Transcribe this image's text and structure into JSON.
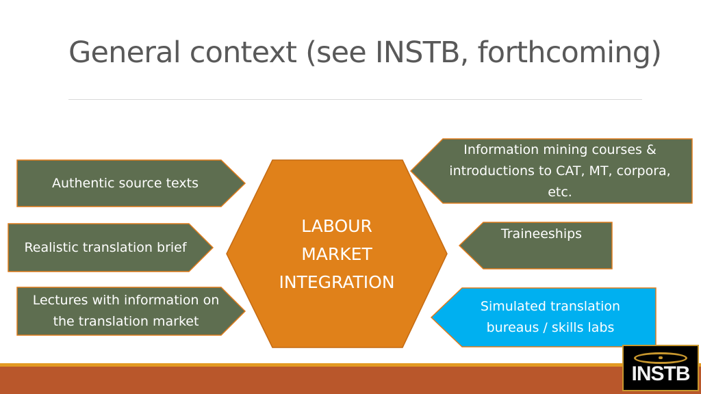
{
  "slide": {
    "title": "General context (see INSTB, forthcoming)"
  },
  "diagram": {
    "center": {
      "line1": "LABOUR",
      "line2": "MARKET",
      "line3": "INTEGRATION",
      "color": "#e0811a"
    },
    "left_items": [
      {
        "text": "Authentic source texts"
      },
      {
        "text": "Realistic translation brief"
      },
      {
        "line1": "Lectures with information on",
        "line2": "the translation market"
      }
    ],
    "right_items": [
      {
        "line1": "Information mining courses &",
        "line2": "introductions to CAT, MT, corpora,",
        "line3": "etc."
      },
      {
        "text": "Traineeships"
      },
      {
        "line1": "Simulated translation",
        "line2": "bureaus / skills labs"
      }
    ],
    "colors": {
      "box_fill": "#5e6e50",
      "box_border": "#e07b1a",
      "highlight_fill": "#00b0f0",
      "text": "#ffffff"
    }
  },
  "logo": {
    "text": "INSTB"
  }
}
